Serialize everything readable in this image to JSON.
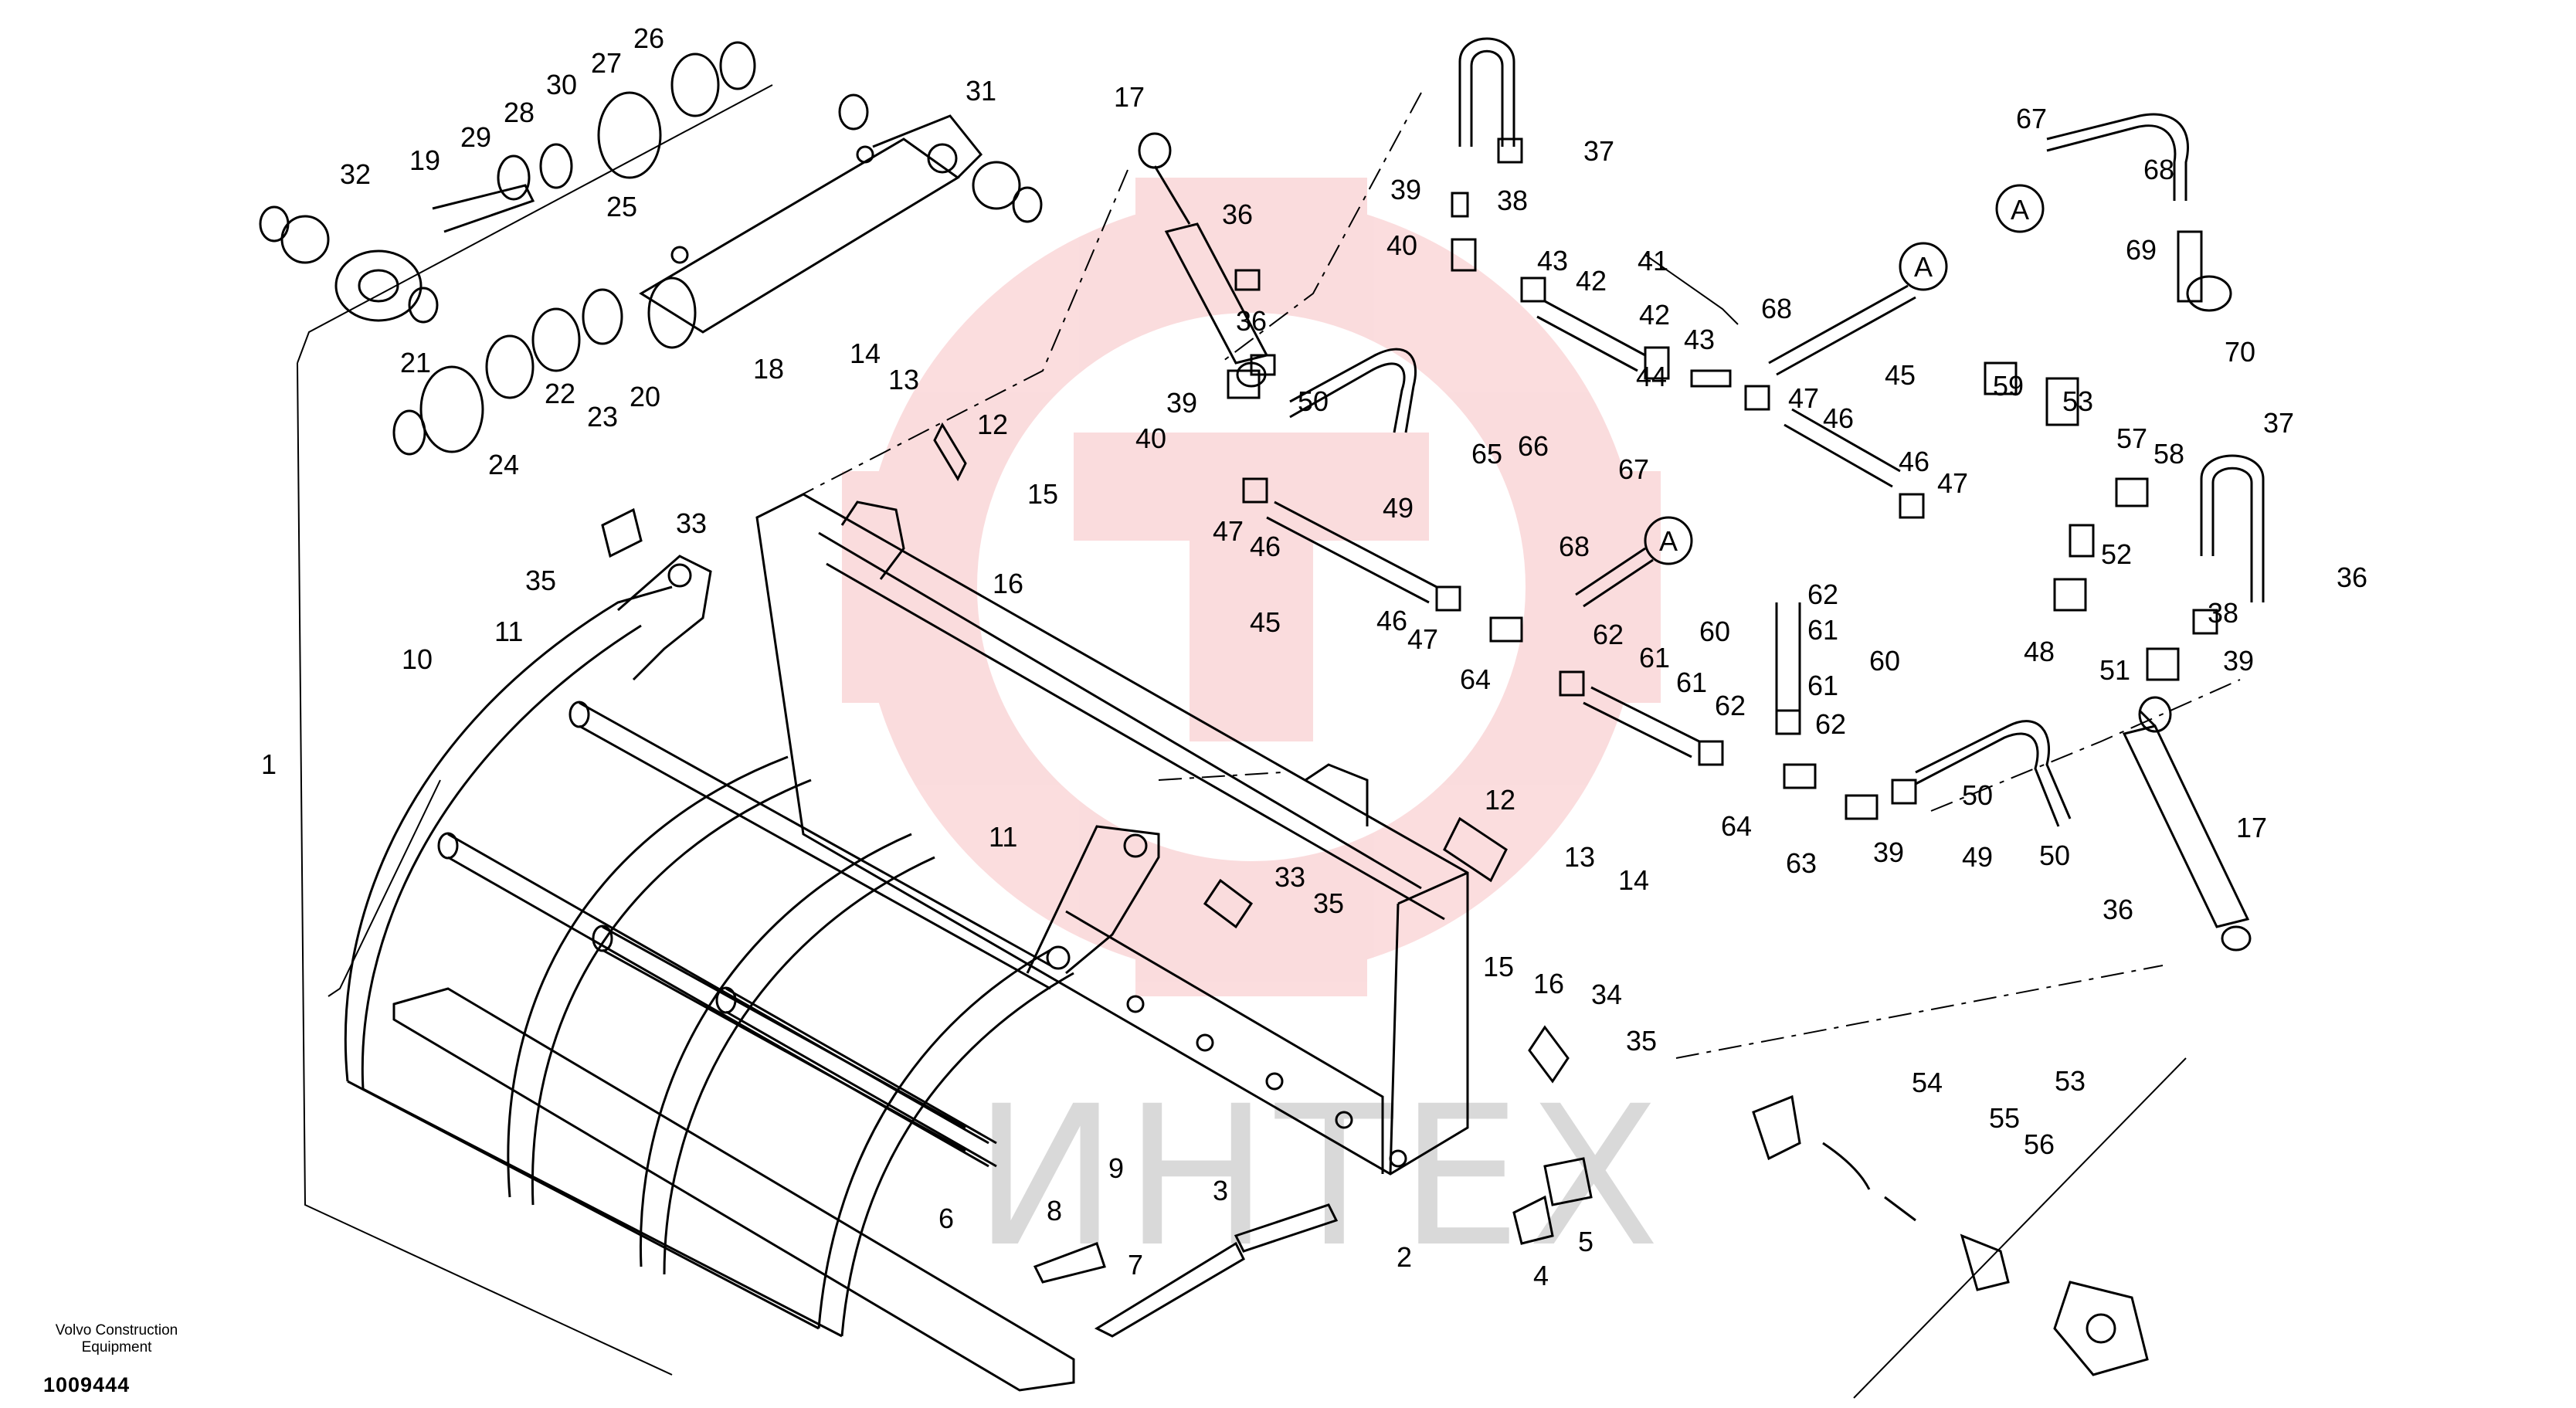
{
  "footer": {
    "brand_line1": "Volvo Construction",
    "brand_line2": "Equipment",
    "doc_number": "1009444"
  },
  "watermark": {
    "text": "ИНТЕХ",
    "color": "#e8424a"
  },
  "callouts": {
    "left_cylinder": [
      "26",
      "27",
      "30",
      "28",
      "29",
      "19",
      "32",
      "25",
      "31",
      "18",
      "20",
      "21",
      "22",
      "23",
      "24"
    ],
    "frame": [
      "1",
      "10",
      "11",
      "33",
      "35",
      "12",
      "13",
      "14",
      "15",
      "16",
      "17",
      "2",
      "3",
      "4",
      "5",
      "6",
      "7",
      "8",
      "9",
      "34"
    ],
    "hydraulics": [
      "36",
      "37",
      "38",
      "39",
      "40",
      "41",
      "42",
      "43",
      "44",
      "45",
      "46",
      "47",
      "48",
      "49",
      "50",
      "51",
      "52",
      "53",
      "54",
      "55",
      "56",
      "57",
      "58",
      "59",
      "60",
      "61",
      "62",
      "63",
      "64",
      "65",
      "66",
      "67",
      "68",
      "69",
      "70"
    ],
    "connector_marker": "A"
  },
  "colors": {
    "line": "#000000",
    "watermark": "#e8424a",
    "watermark_text": "#d9d9d9"
  }
}
